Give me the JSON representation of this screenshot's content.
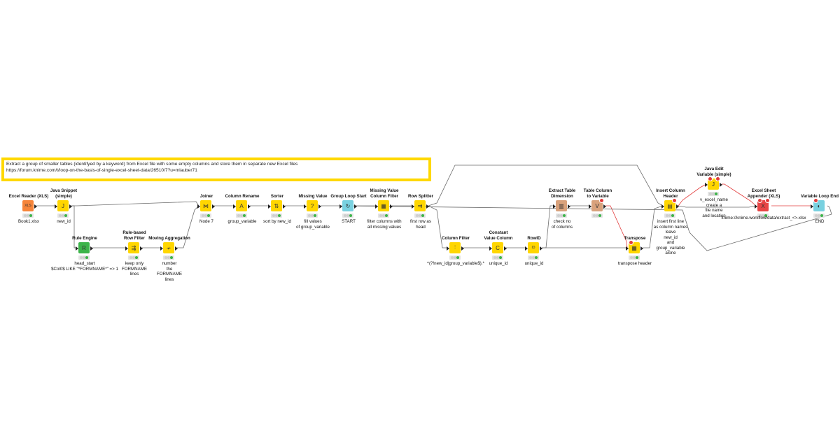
{
  "workflow": {
    "annotation": {
      "line1": "Extract a group of smaller tables (identifyed by a keyword) from Excel file with some empty columns and store them in separate new Excel files",
      "line2": "https://forum.knime.com/t/loop-on-the-basis-of-single-excel-sheet-data/26510/7?u=mlauber71"
    },
    "nodes": [
      {
        "id": "excel-reader",
        "title": "Excel Reader (XLS)",
        "label": "Book1.xlsx",
        "color": "#f7853a",
        "glyph": "XLS"
      },
      {
        "id": "java-snippet",
        "title": "Java Snippet\n(simple)",
        "label": "new_id",
        "color": "#ffd600",
        "glyph": "J"
      },
      {
        "id": "rule-engine",
        "title": "Rule Engine",
        "label": "head_start\n$Col0$ LIKE \"*FORMNAME*\" => 1",
        "color": "#3cb44a",
        "glyph": "R"
      },
      {
        "id": "rule-row-filter",
        "title": "Rule-based\nRow Filter",
        "label": "keep only\nFORMNAME\nlines",
        "color": "#ffd600",
        "glyph": "⇶"
      },
      {
        "id": "moving-aggregation",
        "title": "Moving Aggregation",
        "label": "number\nthe\nFORMNAME\nlines",
        "color": "#ffd600",
        "glyph": "≁"
      },
      {
        "id": "joiner",
        "title": "Joiner",
        "label": "Node 7",
        "color": "#ffd600",
        "glyph": "⋈"
      },
      {
        "id": "column-rename",
        "title": "Column Rename",
        "label": "group_variable",
        "color": "#ffd600",
        "glyph": "A"
      },
      {
        "id": "sorter",
        "title": "Sorter",
        "label": "sort by new_id",
        "color": "#ffd600",
        "glyph": "⇅"
      },
      {
        "id": "missing-value",
        "title": "Missing Value",
        "label": "fill values\nof group_variable",
        "color": "#ffd600",
        "glyph": "?"
      },
      {
        "id": "group-loop-start",
        "title": "Group Loop Start",
        "label": "START",
        "color": "#79d1e0",
        "glyph": "↻"
      },
      {
        "id": "missing-value-column-filter",
        "title": "Missing Value\nColumn Filter",
        "label": "filter columns with\nall missing values",
        "color": "#ffd600",
        "glyph": "▦"
      },
      {
        "id": "row-splitter",
        "title": "Row Splitter",
        "label": "first row as\nhead",
        "color": "#ffd600",
        "glyph": "⇉"
      },
      {
        "id": "column-filter",
        "title": "Column Filter",
        "label": "^(?!new_id|group_variable$).*",
        "color": "#ffd600",
        "glyph": "⫶"
      },
      {
        "id": "constant-value-column",
        "title": "Constant\nValue Column",
        "label": "unique_id",
        "color": "#ffd600",
        "glyph": "C"
      },
      {
        "id": "rowid",
        "title": "RowID",
        "label": "unique_id",
        "color": "#ffd600",
        "glyph": "ID"
      },
      {
        "id": "extract-table-dimension",
        "title": "Extract Table\nDimension",
        "label": "check no\nof columns",
        "color": "#d9a27c",
        "glyph": "▥"
      },
      {
        "id": "table-column-to-variable",
        "title": "Table Column\nto Variable",
        "label": "",
        "color": "#d9a27c",
        "glyph": "V"
      },
      {
        "id": "transpose",
        "title": "Transpose",
        "label": "transpose header",
        "color": "#ffd600",
        "glyph": "▦"
      },
      {
        "id": "insert-column-header",
        "title": "Insert Column\nHeader",
        "label": "insert first line\nas column names\nleave\nnew_id\nand\ngroup_variable\nalone",
        "color": "#ffd600",
        "glyph": "▤"
      },
      {
        "id": "java-edit-variable",
        "title": "Java Edit\nVariable (simple)",
        "label": "v_excel_name\ncreate a\nfile name\nand location",
        "color": "#ffd600",
        "glyph": "J"
      },
      {
        "id": "excel-sheet-appender",
        "title": "Excel Sheet\nAppender (XLS)",
        "label": "knime://knime.workflow/data/extract_<>.xlsx",
        "color": "#e84545",
        "glyph": "X"
      },
      {
        "id": "variable-loop-end",
        "title": "Variable Loop End",
        "label": "END",
        "color": "#79d1e0",
        "glyph": "◐"
      }
    ]
  }
}
